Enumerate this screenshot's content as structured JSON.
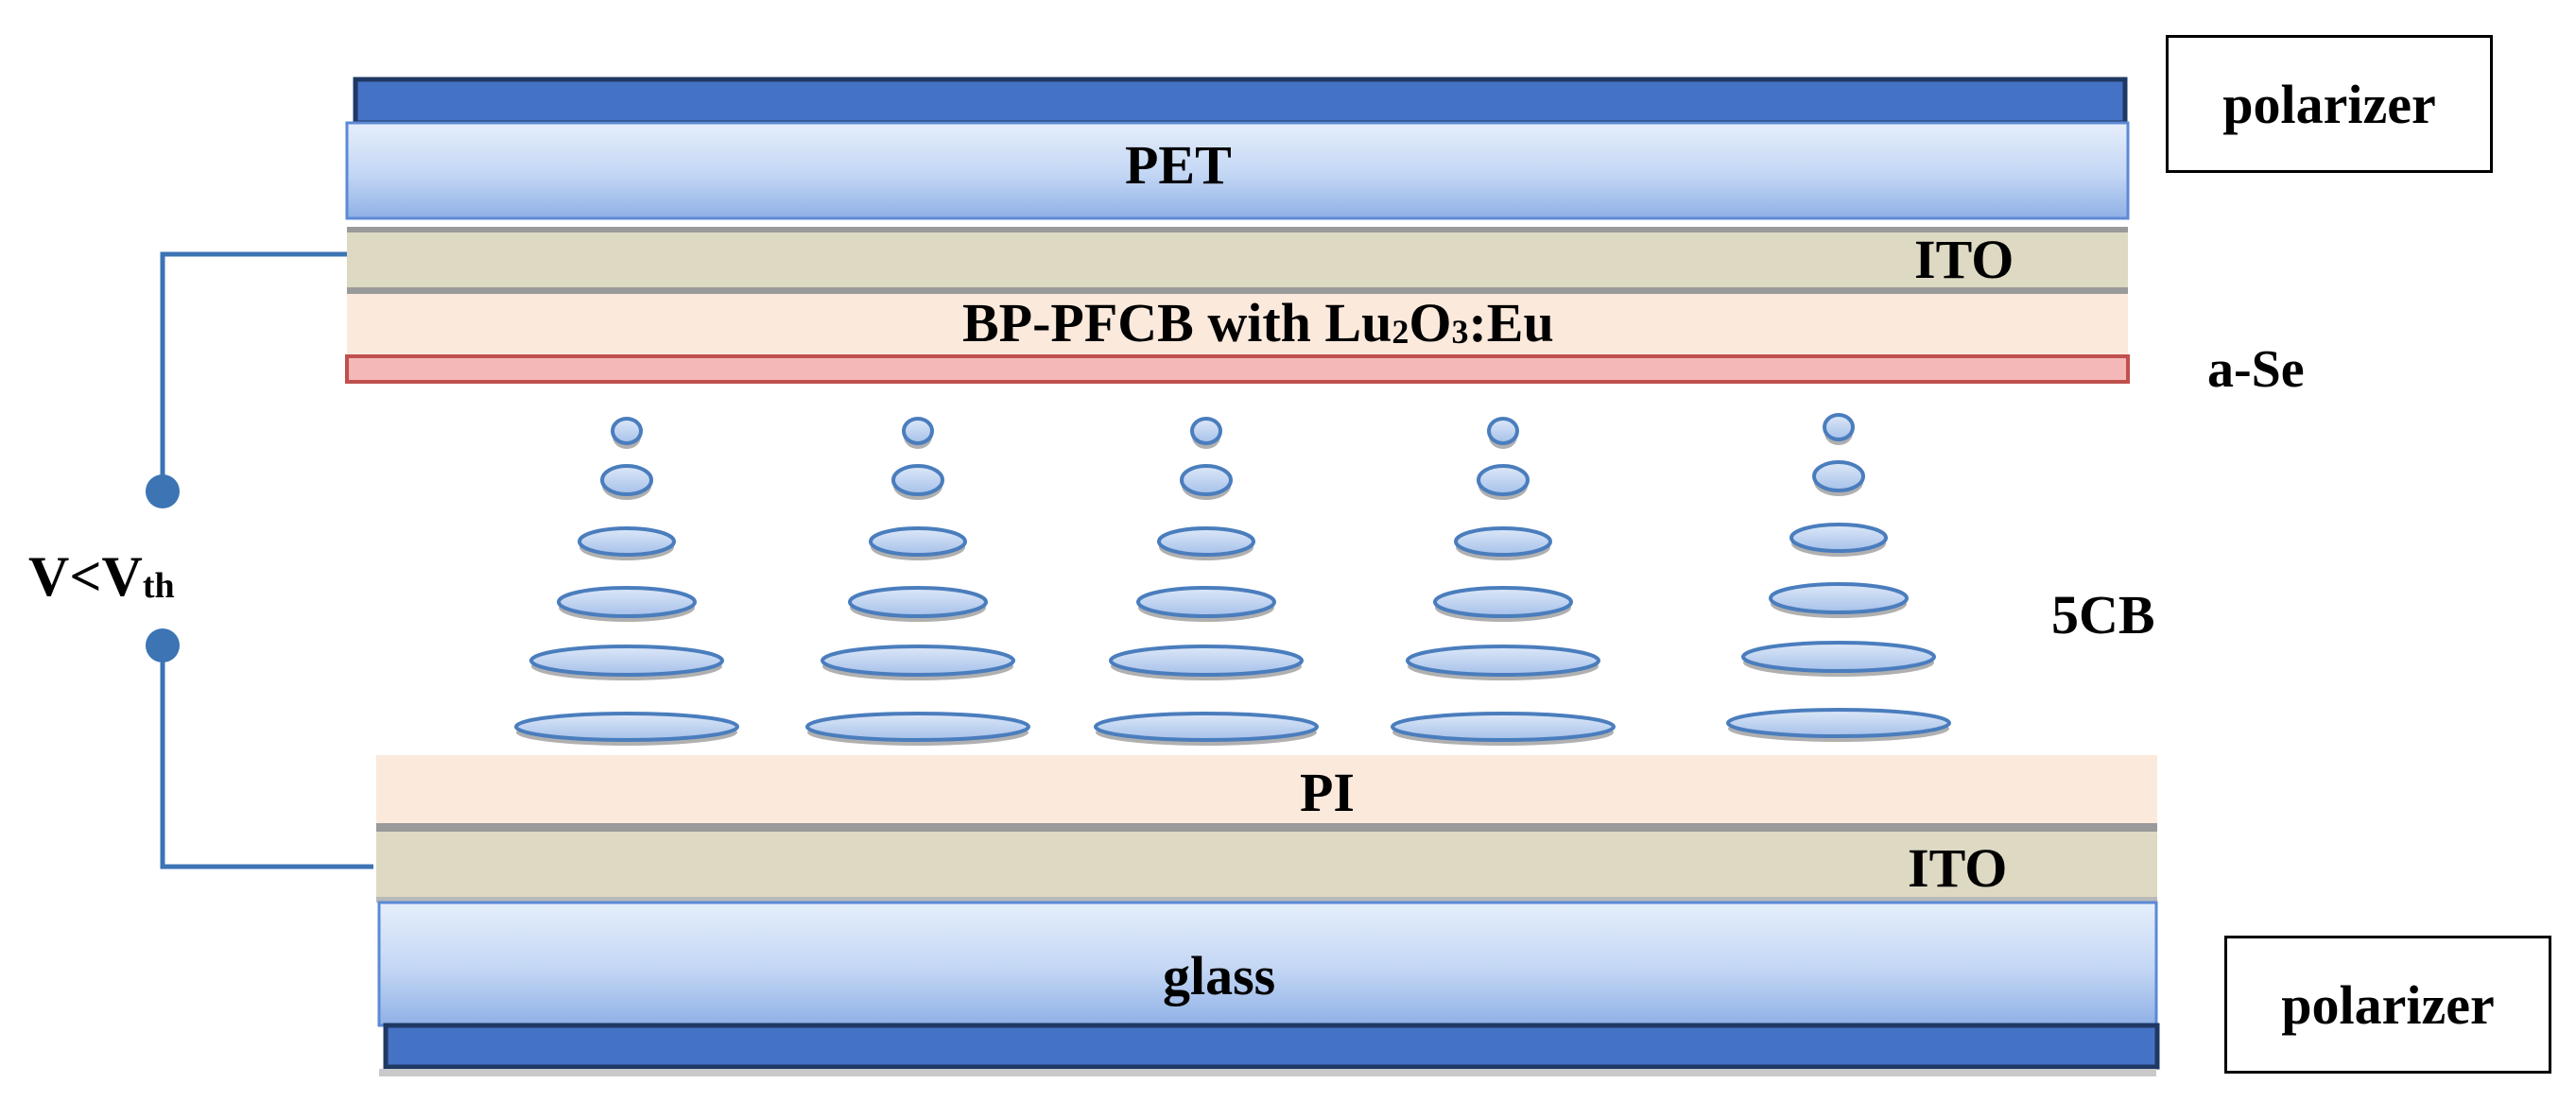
{
  "layers": {
    "pet": "PET",
    "ito_top": "ITO",
    "bp_pfcb_prefix": "BP-PFCB with Lu",
    "bp_pfcb_sub1": "2",
    "bp_pfcb_mid": "O",
    "bp_pfcb_sub2": "3",
    "bp_pfcb_suffix": ":Eu",
    "a_se": "a-Se",
    "lc": "5CB",
    "pi": "PI",
    "ito_bottom": "ITO",
    "glass": "glass"
  },
  "polarizers": {
    "top": "polarizer",
    "bottom": "polarizer"
  },
  "circuit": {
    "voltage_main": "V<V",
    "voltage_sub": "th"
  },
  "colors": {
    "polarizer_blue": "#4472c4",
    "substrate_light": "#dce6f7",
    "substrate_mid": "#a9c4ee",
    "ito": "#ddd9c3",
    "ito_edge": "#9a9a9a",
    "film": "#fbe9dc",
    "a_se_fill": "#f4b8b8",
    "a_se_edge": "#c0504d",
    "wire": "#3c74b4",
    "lc_fill": "#b7cdec",
    "lc_edge": "#4a7dbd"
  },
  "lc_molecule_columns": 5,
  "lc_molecules_per_column": 6
}
